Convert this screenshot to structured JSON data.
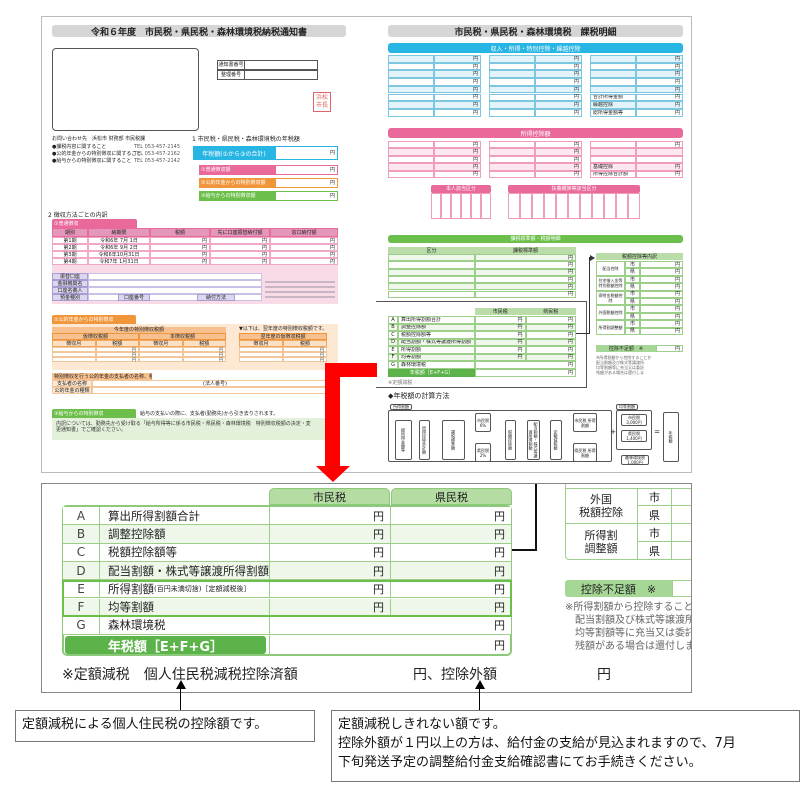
{
  "colors": {
    "blue": "#27b5e3",
    "pink": "#e8699a",
    "orange": "#f0953a",
    "green": "#5cb34a",
    "red": "#ff0000"
  },
  "yen": "円",
  "notice": {
    "title": "令和６年度　市民税・県民税・森林環境税納税通知書",
    "id_labels": [
      "通知書番号",
      "整理番号"
    ],
    "seal": "浜松市長",
    "contact": {
      "heading": "お問い合わせ先　浜松市 財務部 市民税課",
      "lines": [
        {
          "label": "●課税内容に関すること",
          "tel": "TEL 053-457-2145"
        },
        {
          "label": "●公的年金からの特別徴収に関すること",
          "tel": "TEL 053-457-2162"
        },
        {
          "label": "●給与からの特別徴収に関すること",
          "tel": "TEL 053-457-2142"
        }
      ]
    },
    "section1": {
      "heading": "1 市民税・県民税・森林環境税の年税額",
      "total": "年税額(①から③の合計)",
      "rows": [
        "①普通徴収額",
        "②公的年金からの特別徴収額",
        "③給与からの特別徴収額"
      ]
    },
    "section2": {
      "heading": "2 徴収方法ごとの内訳",
      "futsu": {
        "tab": "①普通徴収",
        "headers": [
          "期別",
          "納期限",
          "税額",
          "先に口座振替納付額",
          "窓口納付額"
        ],
        "rows": [
          [
            "第1期",
            "令和6年 7月 1日"
          ],
          [
            "第2期",
            "令和6年 9月 2日"
          ],
          [
            "第3期",
            "令和6年10月31日"
          ],
          [
            "第4期",
            "令和7年 1月31日"
          ]
        ],
        "bank_labels": [
          "振替口座",
          "金融機関名",
          "口座名義人",
          "預金種別"
        ],
        "account_no": "口座番号",
        "pay_method": "納付方法"
      },
      "nenkin": {
        "tab": "②公的年金からの特別徴収",
        "header": "今年度の特別徴収税額",
        "sub": [
          "仮徴収税額",
          "本徴収税額"
        ],
        "cols": [
          "徴収月",
          "税額"
        ],
        "next_note": "▼以下は、翌年度の特別徴収税額です。",
        "next_header": "翌年度の仮徴収税額",
        "payer_header": "特別徴収を行う公的年金の支払者の名称、種類",
        "payer_labels": [
          "支払者の名称",
          "公的年金の種類"
        ],
        "corp": "(法人番号)"
      },
      "kyuyo": {
        "tab": "③給与からの特別徴収",
        "note": "給与の支払いの際に、支払者(勤務先)から引き去りされます。",
        "body": "内訳については、勤務先から受け取る「給与所得等に係る市民税・県民税・森林環境税　特別徴収税額の決定・変更通知書」でご確認ください。"
      }
    }
  },
  "detail": {
    "title": "市民税・県民税・森林環境税　課税明細",
    "income_bar": "収入・所得・特別控除・繰越控除",
    "income_col3_labels": [
      "",
      "",
      "",
      "",
      "",
      "合計所得金額",
      "繰越控除",
      "総所得金額等"
    ],
    "deduction_bar": "所得控除額",
    "deduction_col3_labels": [
      "",
      "",
      "",
      "基礎控除",
      "所得控除合計額"
    ],
    "self_category": "本人該当区分",
    "dependent_category": "扶養親族等該当区分",
    "tax_bar": "課税標準額・税額明細",
    "tax_headers": [
      "区分",
      "課税標準額"
    ],
    "credit_header": "税額控除等内訳",
    "credit_groups": [
      "配当控除",
      "住宅借入金等特別税額控除",
      "寄附金税額控除",
      "外国税額控除",
      "所得割調整額"
    ],
    "city": "市",
    "pref": "県",
    "shortfall": "控除不足額　※",
    "mini_note": "※定額減税",
    "calc": {
      "heading": "◆年税額の計算方法",
      "income_tab": "所得割額",
      "boxes": [
        "総所得金額等",
        "所得控除合計額",
        "課税標準額",
        "市民税 6%",
        "県民税 2%",
        "税額控除額",
        "配当割額・株式等譲渡所得割額",
        "定額減税額",
        "市民税 所得割額",
        "県民税 所得割額"
      ],
      "flat_tab": "均等割額",
      "flat": [
        "市民税 3,000円",
        "県民税 1,400円"
      ],
      "forest": "森林環境税 1,000円",
      "result": "年税額"
    }
  },
  "enlarged": {
    "headers": [
      "市民税",
      "県民税"
    ],
    "rows": [
      {
        "letter": "A",
        "label": "算出所得割額合計"
      },
      {
        "letter": "B",
        "label": "調整控除額"
      },
      {
        "letter": "C",
        "label": "税額控除額等"
      },
      {
        "letter": "D",
        "label": "配当割額・株式等譲渡所得割額"
      },
      {
        "letter": "E",
        "label": "所得割額",
        "sub": "(百円未満切捨)［定額減税後］"
      },
      {
        "letter": "F",
        "label": "均等割額"
      },
      {
        "letter": "G",
        "label": "森林環境税"
      }
    ],
    "annual_total": "年税額［E+F+G］",
    "side": {
      "foreign": "外国\n税額控除",
      "adjust": "所得割\n調整額",
      "shortfall": "控除不足額　※",
      "notes": [
        "※所得割額から控除することか",
        "配当割額及び株式等譲渡所",
        "均等割額等に充当又は委託",
        "残額がある場合は還付しま"
      ]
    },
    "reduction_line": {
      "label": "※定額減税　個人住民税減税控除済額",
      "mid": "円、控除外額",
      "end": "円"
    }
  },
  "callouts": {
    "left": "定額減税による個人住民税の控除額です。",
    "right": [
      "定額減税しきれない額です。",
      "控除外額が１円以上の方は、給付金の支給が見込まれますので、7月",
      "下旬発送予定の調整給付金支給確認書にてお手続きください。"
    ]
  }
}
